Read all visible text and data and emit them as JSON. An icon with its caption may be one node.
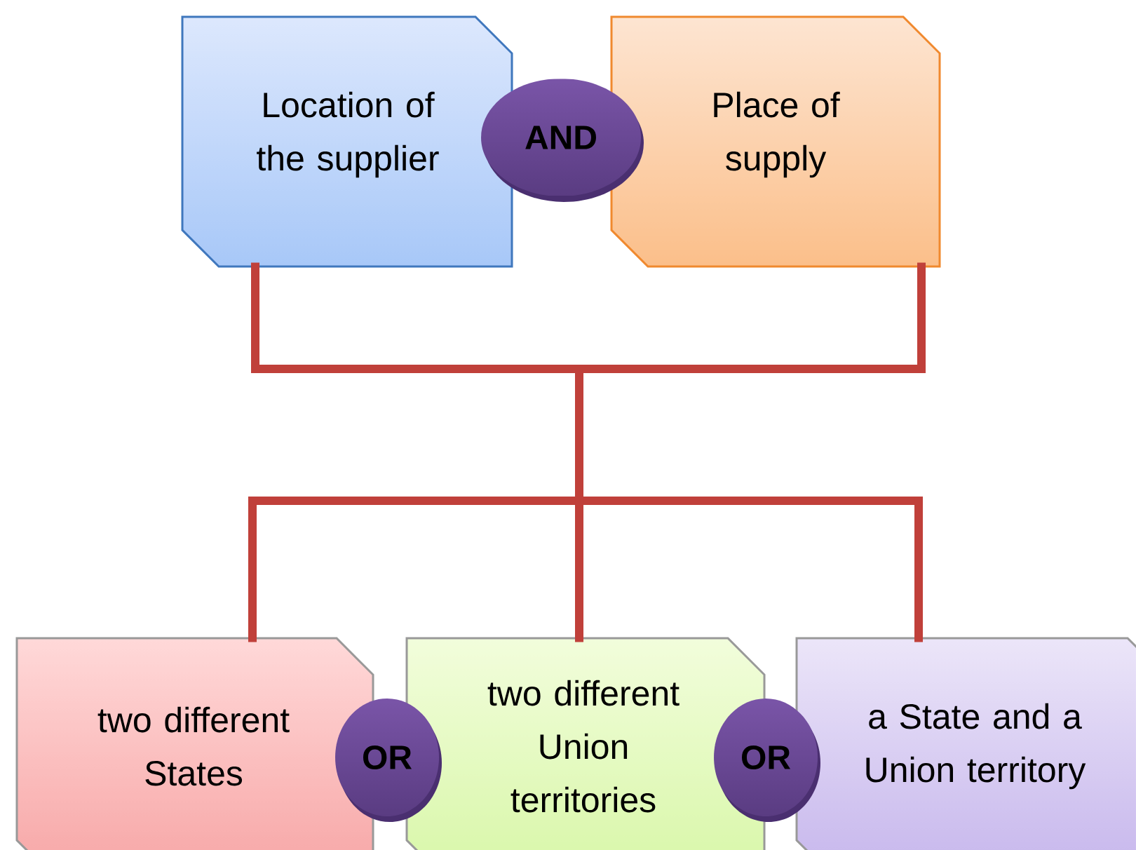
{
  "diagram": {
    "nodes": [
      {
        "text": [
          "Location of the supplier"
        ]
      },
      {
        "text": [
          "AND"
        ]
      },
      {
        "text": [
          "Place of supply"
        ]
      },
      {
        "text": [
          "two different States"
        ]
      },
      {
        "text": [
          "OR"
        ]
      },
      {
        "text": [
          "two different Union territories"
        ]
      },
      {
        "text": [
          "OR"
        ]
      },
      {
        "text": [
          "a State and a Union territory"
        ]
      }
    ],
    "edges": [
      {
        "from": 0,
        "to": 3,
        "arrow": "none"
      },
      {
        "from": 0,
        "to": 5,
        "arrow": "none"
      },
      {
        "from": 0,
        "to": 7,
        "arrow": "none"
      },
      {
        "from": 2,
        "to": 3,
        "arrow": "none"
      },
      {
        "from": 2,
        "to": 5,
        "arrow": "none"
      },
      {
        "from": 2,
        "to": 7,
        "arrow": "none"
      }
    ]
  }
}
